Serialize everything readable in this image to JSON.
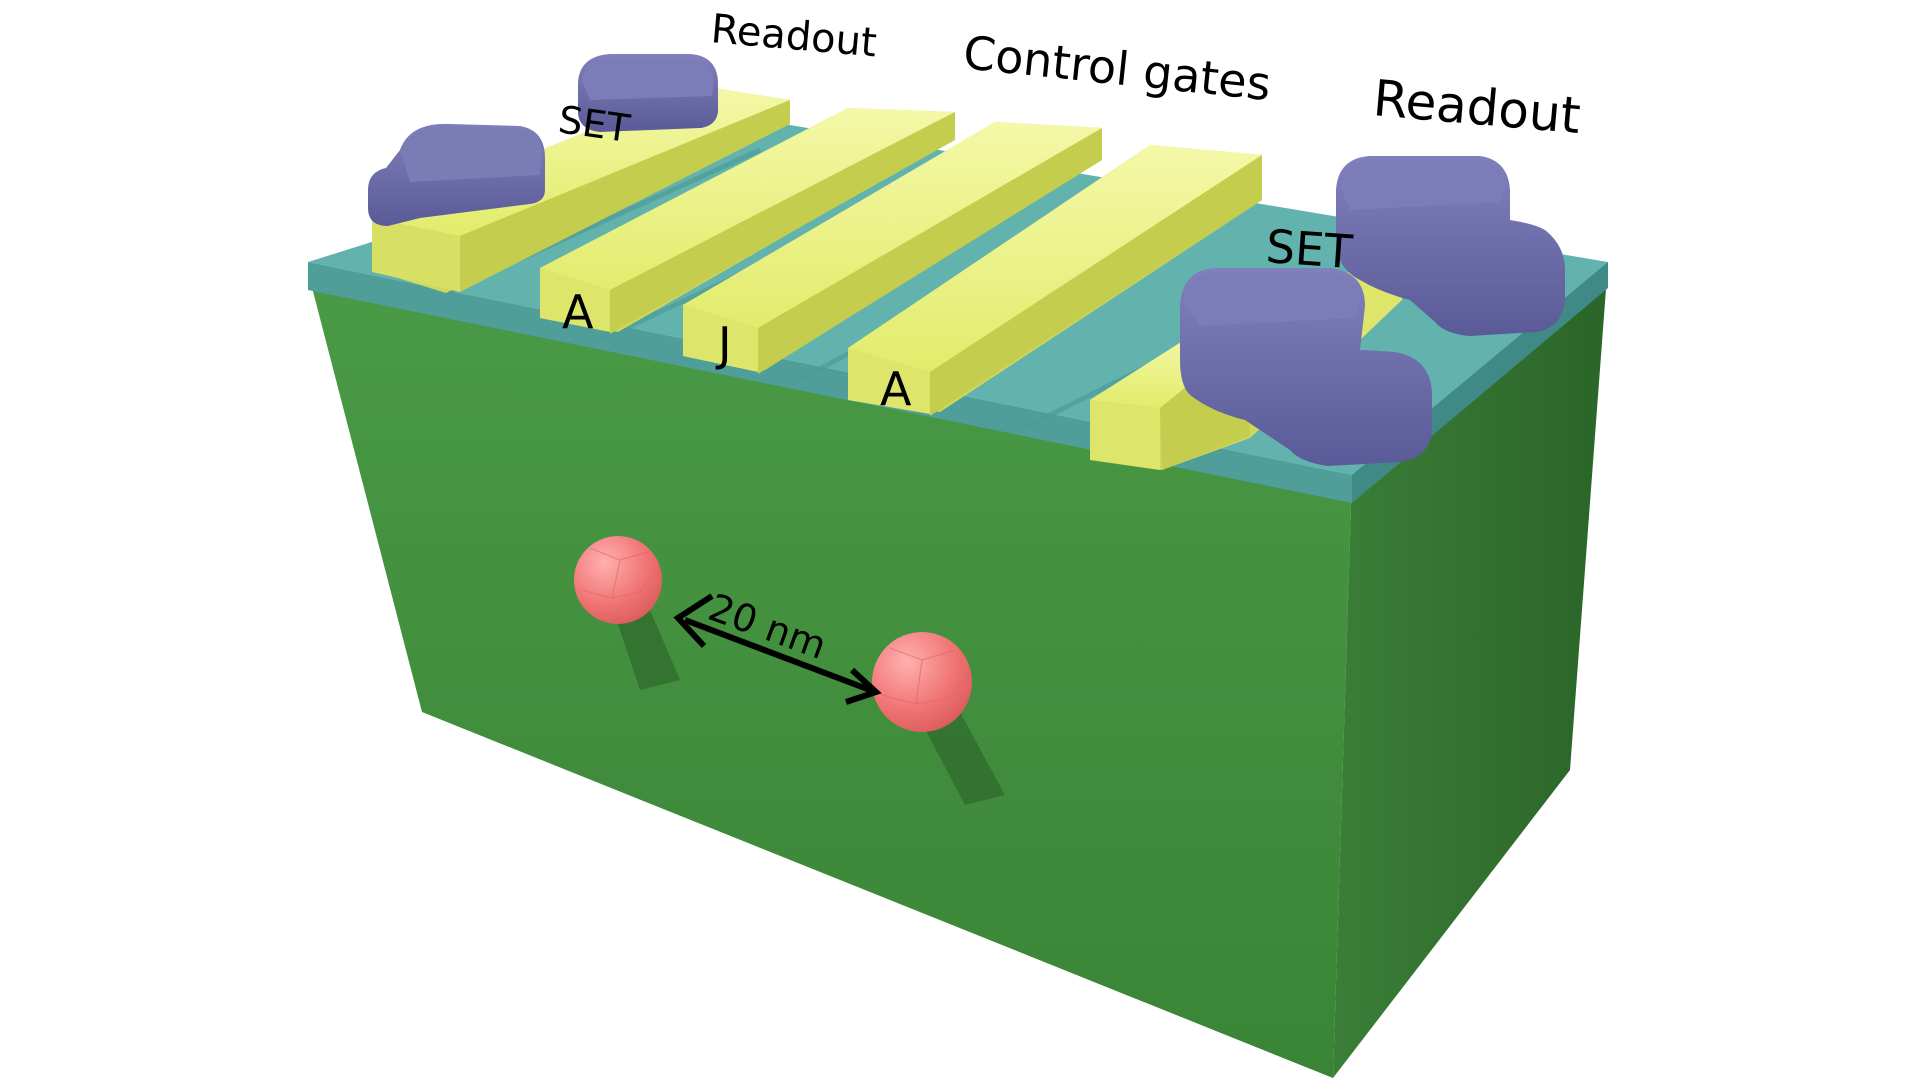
{
  "labels": {
    "readout_left": "Readout",
    "readout_right": "Readout",
    "control_gates": "Control gates",
    "set_left": "SET",
    "set_right": "SET",
    "gate_a_left": "A",
    "gate_j": "J",
    "gate_a_right": "A",
    "distance": "20 nm"
  },
  "colors": {
    "substrate_front": "#43913f",
    "substrate_side": "#2f6f2e",
    "oxide_top": "#5fb0ab",
    "gate_yellow": "#e8f27a",
    "set_purple": "#6a6aa8",
    "donor_red": "#f07878"
  }
}
